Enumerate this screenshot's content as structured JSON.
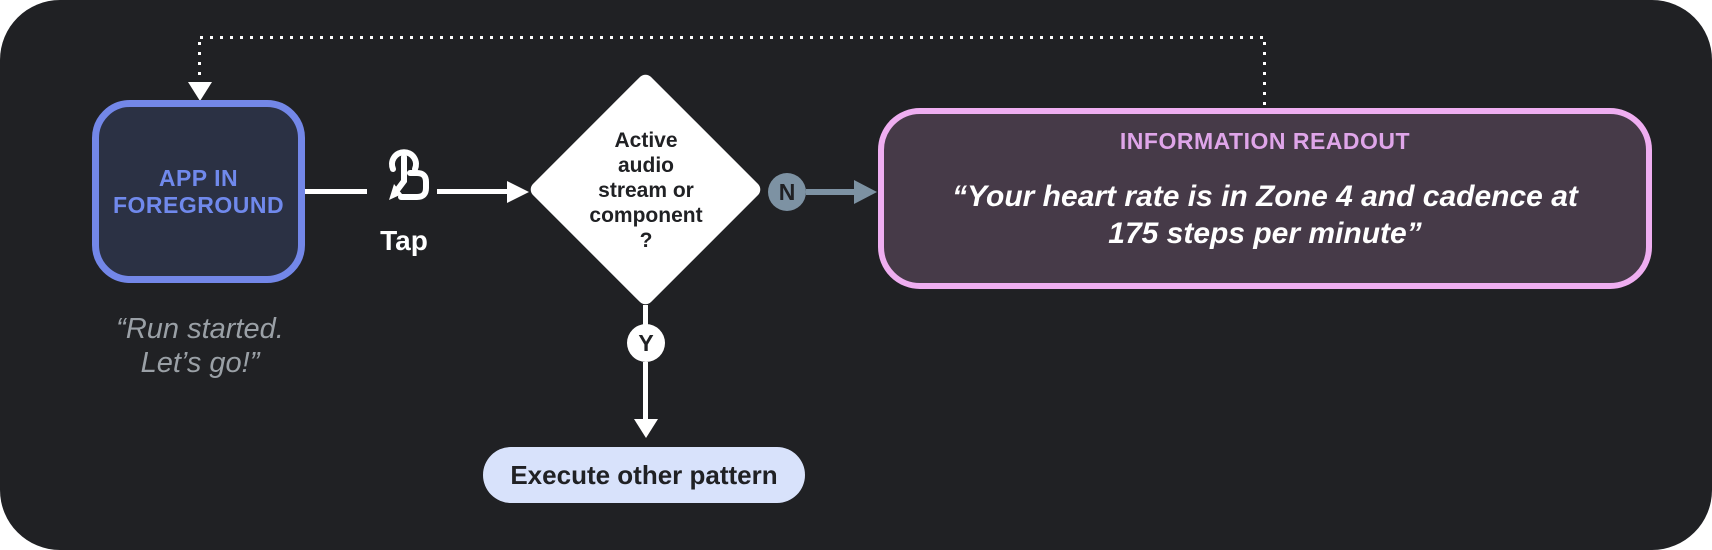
{
  "diagram": {
    "title": "tap interaction flowchart",
    "colors": {
      "canvas_bg": "#202124",
      "page_bg": "#FFFFFF",
      "app_border": "#7387E8",
      "app_fill": "#2B3144",
      "app_text": "#7089EC",
      "caption_text": "#9AA0A6",
      "flow_white": "#FFFFFF",
      "dark_text": "#202124",
      "no_branch_gray": "#7D92A3",
      "readout_border": "#EFAEF1",
      "readout_fill": "#463A48",
      "readout_title": "#DFA5E9",
      "pill_fill": "#D8E2FB"
    },
    "nodes": {
      "app": {
        "line1": "APP IN",
        "line2": "FOREGROUND",
        "caption_line1": "“Run started.",
        "caption_line2": "Let’s go!”"
      },
      "tap": {
        "label": "Tap"
      },
      "decision": {
        "lines": [
          "Active",
          "audio",
          "stream or",
          "component",
          "?"
        ]
      },
      "branch_no": {
        "label": "N"
      },
      "branch_yes": {
        "label": "Y"
      },
      "readout": {
        "title": "INFORMATION READOUT",
        "quote_line1": "“Your heart rate is in Zone 4 and cadence at",
        "quote_line2": "175 steps per minute”"
      },
      "execute": {
        "label": "Execute other pattern"
      }
    }
  }
}
